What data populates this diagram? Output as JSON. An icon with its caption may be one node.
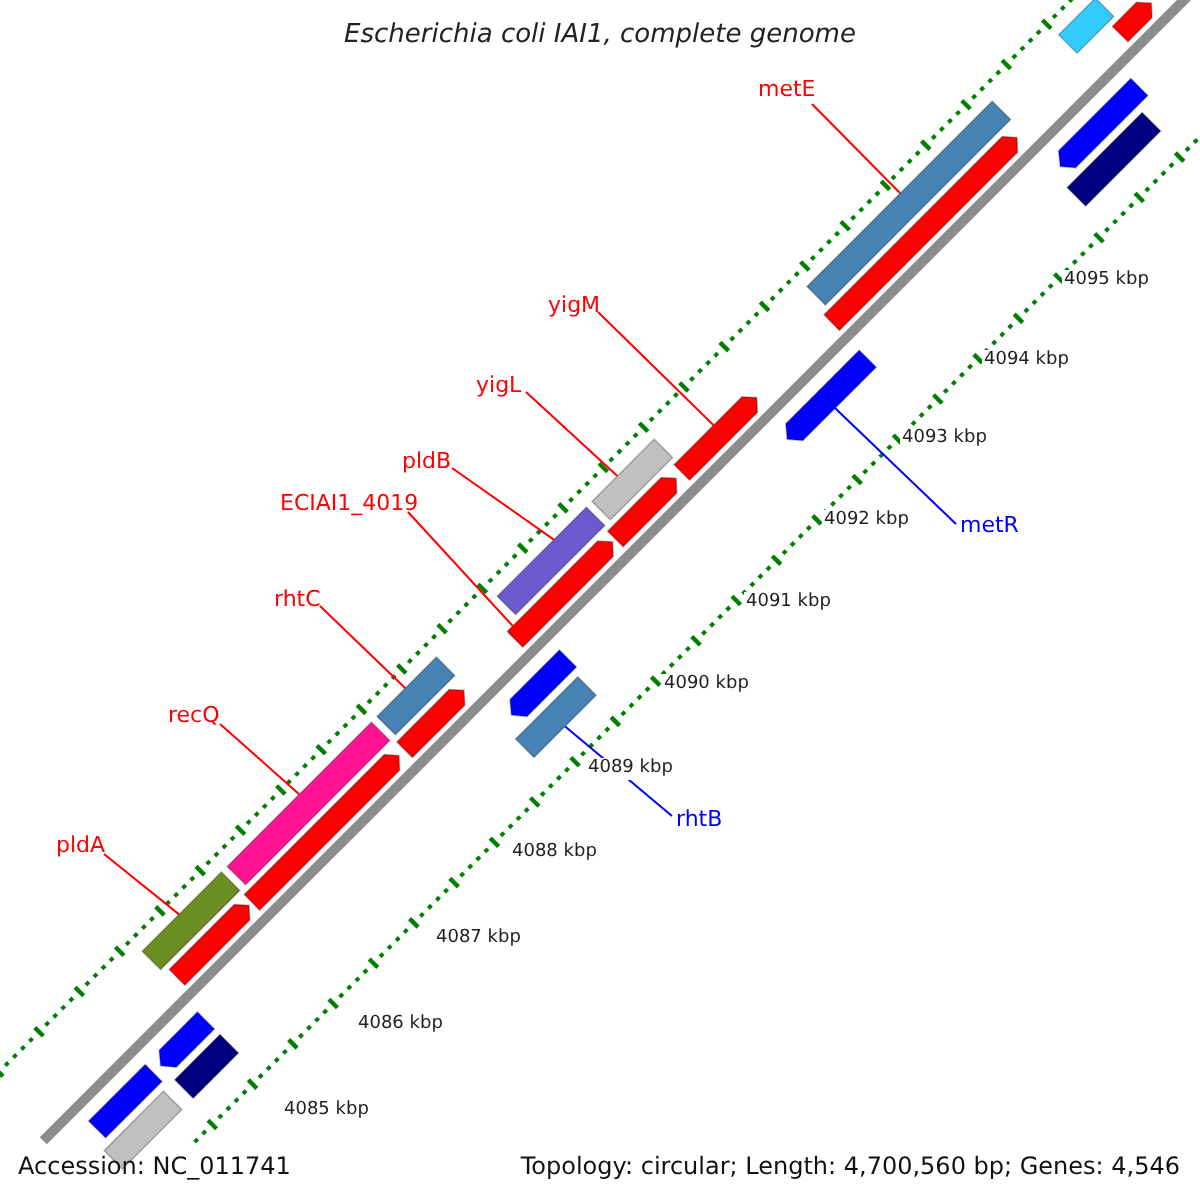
{
  "diagram": {
    "title": "Escherichia coli IAI1, complete genome",
    "nodes": [
      {
        "text": [
          "metE"
        ]
      },
      {
        "text": [],
        "shape": "bar"
      },
      {
        "text": [
          "yigM"
        ]
      },
      {
        "text": [],
        "shape": "pentagon"
      },
      {
        "text": [
          "yigL"
        ]
      },
      {
        "text": [],
        "shape": "bar"
      },
      {
        "text": [
          "pldB"
        ]
      },
      {
        "text": [],
        "shape": "bar"
      },
      {
        "text": [
          "ECIAI1_4019"
        ]
      },
      {
        "text": [],
        "shape": "pentagon"
      },
      {
        "text": [
          "metR"
        ]
      },
      {
        "text": [],
        "shape": "pentagon"
      },
      {
        "text": [
          "rhtC"
        ]
      },
      {
        "text": [],
        "shape": "bar"
      },
      {
        "text": [
          "recQ"
        ]
      },
      {
        "text": [],
        "shape": "bar"
      },
      {
        "text": [
          "rhtB"
        ]
      },
      {
        "text": [],
        "shape": "bar"
      },
      {
        "text": [
          "pldA"
        ]
      },
      {
        "text": [],
        "shape": "bar"
      },
      {
        "text": [],
        "shape": "bar"
      },
      {
        "text": [],
        "shape": "pentagon"
      },
      {
        "text": [],
        "shape": "pentagon"
      },
      {
        "text": [],
        "shape": "bar"
      },
      {
        "text": [],
        "shape": "pentagon"
      },
      {
        "text": [],
        "shape": "pentagon"
      },
      {
        "text": [],
        "shape": "pentagon"
      },
      {
        "text": [],
        "shape": "pentagon"
      },
      {
        "text": [],
        "shape": "pentagon"
      },
      {
        "text": [],
        "shape": "pentagon"
      },
      {
        "text": [],
        "shape": "pentagon"
      },
      {
        "text": [],
        "shape": "bar"
      },
      {
        "text": [],
        "shape": "bar"
      },
      {
        "text": [],
        "shape": "bar"
      }
    ],
    "edges": [
      {
        "from": 0,
        "to": 1,
        "arrow": "none"
      },
      {
        "from": 2,
        "to": 3,
        "arrow": "none"
      },
      {
        "from": 4,
        "to": 5,
        "arrow": "none"
      },
      {
        "from": 6,
        "to": 7,
        "arrow": "none"
      },
      {
        "from": 8,
        "to": 9,
        "arrow": "none"
      },
      {
        "from": 10,
        "to": 11,
        "arrow": "none",
        "color": "#0000ff"
      },
      {
        "from": 12,
        "to": 13,
        "arrow": "none"
      },
      {
        "from": 14,
        "to": 15,
        "arrow": "none"
      },
      {
        "from": 16,
        "to": 17,
        "arrow": "none",
        "color": "#0000ff"
      },
      {
        "from": 18,
        "to": 19,
        "arrow": "none"
      }
    ],
    "labels": [
      "4095 kbp",
      "4094 kbp",
      "4093 kbp",
      "4092 kbp",
      "4091 kbp",
      "4090 kbp",
      "4089 kbp",
      "4088 kbp",
      "4087 kbp",
      "4086 kbp",
      "4085 kbp",
      "Accession: NC_011741",
      "Topology: circular; Length: 4,700,560 bp; Genes: 4,546"
    ]
  }
}
